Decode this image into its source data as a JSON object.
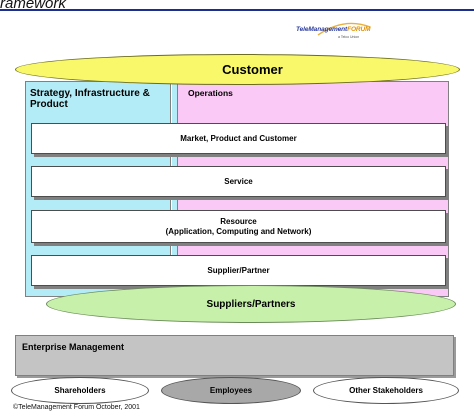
{
  "header": {
    "title": "ramework"
  },
  "logo": {
    "text_main": "TeleManagement",
    "text_accent": "FORUM",
    "subtitle": "a Telco Union"
  },
  "panels": {
    "strategy_label": "Strategy, Infrastructure & Product",
    "operations_label": "Operations"
  },
  "ellipses": {
    "customer": "Customer",
    "suppliers_partners": "Suppliers/Partners"
  },
  "layers": {
    "market": "Market, Product and Customer",
    "service": "Service",
    "resource_line1": "Resource",
    "resource_line2": "(Application, Computing and Network)",
    "supplier": "Supplier/Partner"
  },
  "enterprise": {
    "label": "Enterprise Management"
  },
  "stakeholders": {
    "shareholders": "Shareholders",
    "employees": "Employees",
    "other": "Other Stakeholders"
  },
  "footer": {
    "copyright": "©TeleManagement Forum October, 2001"
  },
  "colors": {
    "customer_ellipse": "#f8f86a",
    "strategy_panel": "#b3ecf7",
    "operations_panel": "#fbc9f5",
    "suppliers_ellipse": "#c7f0ab",
    "enterprise_band": "#c4c4c4",
    "employees_ellipse": "#a8a8a8",
    "title_rule": "#1c2f8c"
  }
}
